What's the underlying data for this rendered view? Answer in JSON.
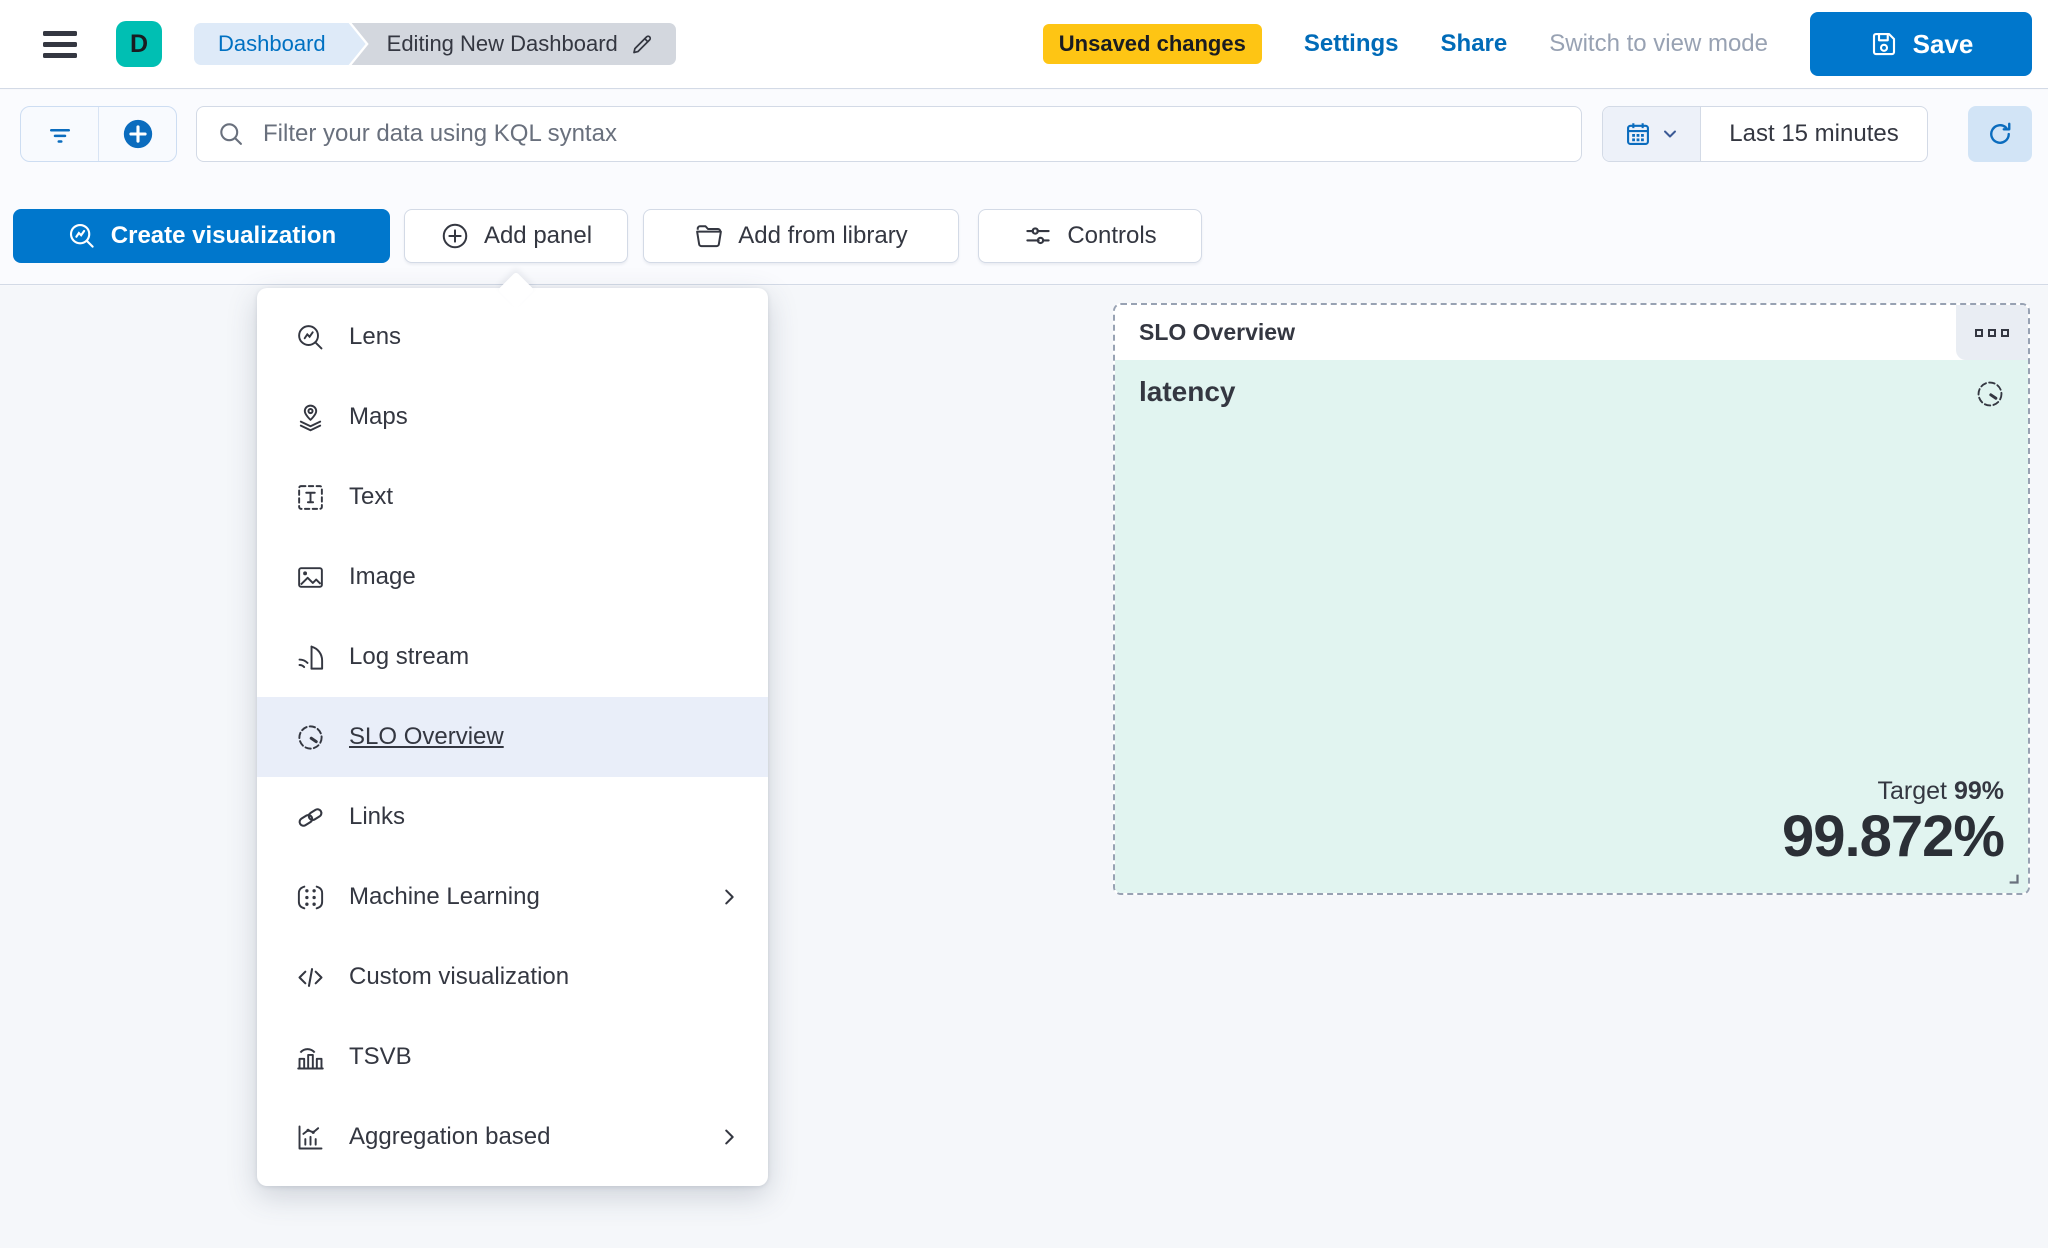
{
  "header": {
    "space_initial": "D",
    "breadcrumbs": {
      "root": "Dashboard",
      "current": "Editing New Dashboard"
    },
    "badge": "Unsaved changes",
    "settings_label": "Settings",
    "share_label": "Share",
    "view_mode_label": "Switch to view mode",
    "save_label": "Save"
  },
  "toolbar": {
    "search_placeholder": "Filter your data using KQL syntax",
    "time_range": "Last 15 minutes",
    "create_visualization_label": "Create visualization",
    "add_panel_label": "Add panel",
    "add_from_library_label": "Add from library",
    "controls_label": "Controls"
  },
  "menu": {
    "items": [
      {
        "label": "Lens",
        "icon": "lens-icon",
        "active": false,
        "submenu": false
      },
      {
        "label": "Maps",
        "icon": "maps-icon",
        "active": false,
        "submenu": false
      },
      {
        "label": "Text",
        "icon": "text-icon",
        "active": false,
        "submenu": false
      },
      {
        "label": "Image",
        "icon": "image-icon",
        "active": false,
        "submenu": false
      },
      {
        "label": "Log stream",
        "icon": "log-stream-icon",
        "active": false,
        "submenu": false
      },
      {
        "label": "SLO Overview",
        "icon": "gauge-icon",
        "active": true,
        "submenu": false
      },
      {
        "label": "Links",
        "icon": "link-icon",
        "active": false,
        "submenu": false
      },
      {
        "label": "Machine Learning",
        "icon": "machine-learning-icon",
        "active": false,
        "submenu": true
      },
      {
        "label": "Custom visualization",
        "icon": "code-icon",
        "active": false,
        "submenu": false
      },
      {
        "label": "TSVB",
        "icon": "tsvb-icon",
        "active": false,
        "submenu": false
      },
      {
        "label": "Aggregation based",
        "icon": "aggregation-icon",
        "active": false,
        "submenu": true
      }
    ]
  },
  "panel": {
    "title": "SLO Overview",
    "metric_name": "latency",
    "target_label": "Target",
    "target_value": "99%",
    "value": "99.872%"
  },
  "colors": {
    "primary_blue": "#0077cc",
    "link_blue": "#006bb8",
    "warning_yellow": "#fec514",
    "space_teal": "#00bfb3",
    "text": "#343741",
    "muted": "#69707d",
    "border": "#d3dae6",
    "dashed_border": "#98a2b3",
    "panel_mint": "#e1f4f0",
    "menu_highlight": "#e9eef9"
  }
}
